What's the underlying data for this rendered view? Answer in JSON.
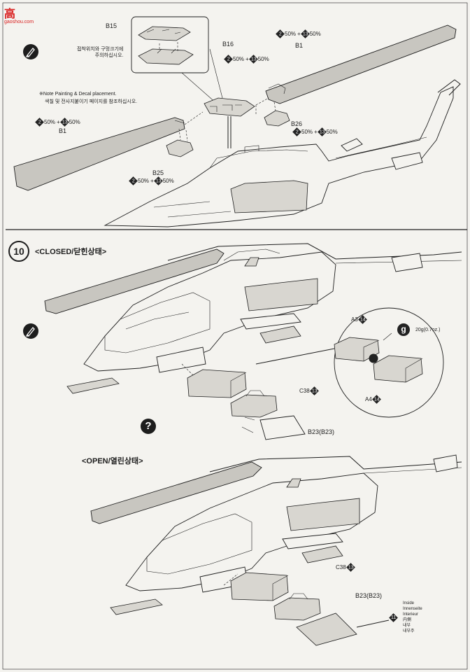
{
  "watermark": {
    "logo": "高",
    "site": "gaoshou.com"
  },
  "step": {
    "number": "10",
    "closed_label": "<CLOSED/닫힌상태>",
    "open_label": "<OPEN/열린상태>"
  },
  "notes": {
    "adhesive_korean": "접착위치와 구멍크기에\n주의하십시오.",
    "painting_note_en": "※Note Painting & Decal placement.",
    "painting_note_ko": "색칠 및 전사지붙이기 페이지를 참조하십시오."
  },
  "parts": {
    "b15": "B15",
    "b16": "B16",
    "b1_left": "B1",
    "b1_right": "B1",
    "b25": "B25",
    "b26": "B26",
    "a3": "A3",
    "a4": "A4",
    "c38_closed": "C38",
    "b23_closed": "B23(B23)",
    "c38_open": "C38",
    "b23_open": "B23(B23)"
  },
  "paint": {
    "mix_left": {
      "a": "2",
      "pa": "50%",
      "b": "13",
      "pb": "50%"
    },
    "mix_top": {
      "a": "2",
      "pa": "50%",
      "b": "13",
      "pb": "50%"
    },
    "mix_mid": {
      "a": "2",
      "pa": "50%",
      "b": "13",
      "pb": "50%"
    },
    "mix_b25": {
      "a": "2",
      "pa": "50%",
      "b": "13",
      "pb": "50%"
    },
    "mix_b26": {
      "a": "2",
      "pa": "50%",
      "b": "13",
      "pb": "50%"
    },
    "badge_a3": "14",
    "badge_a4": "14",
    "badge_c38_closed": "13",
    "badge_c38_open": "13",
    "badge_interior": "11"
  },
  "weight": {
    "badge": "g",
    "value": "20g(0.7oz.)"
  },
  "interior_colors": [
    "Inside",
    "Innenseite",
    "Interieur",
    "内側",
    "내부",
    "내부주"
  ],
  "colors": {
    "line": "#1d1d1d",
    "fill_part": "#d8d6d0",
    "blade": "#c8c6c0",
    "watermark": "#d92020"
  }
}
